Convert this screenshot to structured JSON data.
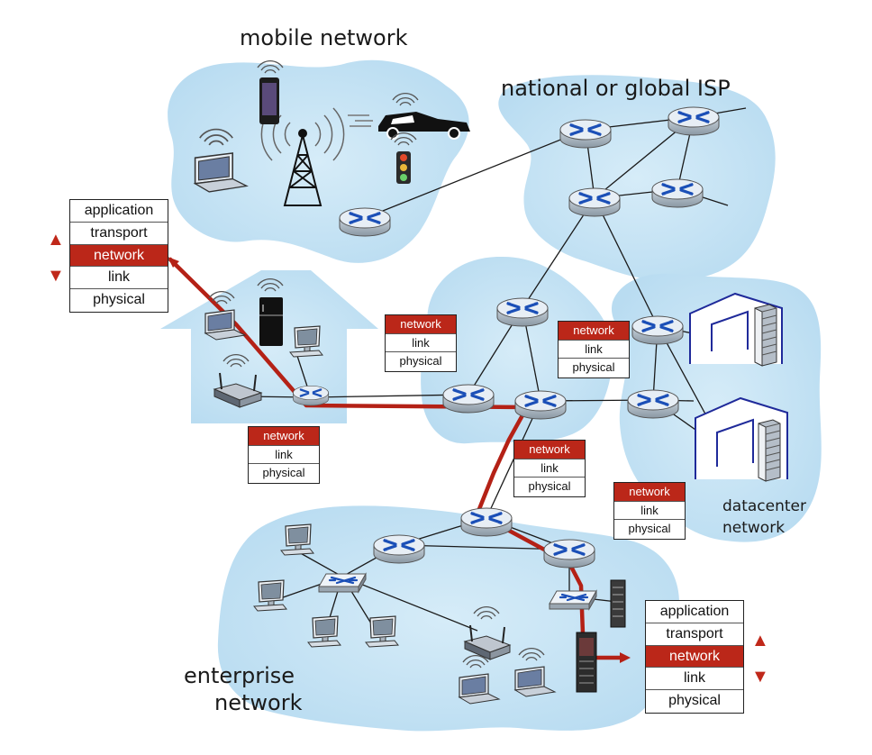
{
  "regions": {
    "mobile": "mobile network",
    "isp": "national or global ISP",
    "datacenter_line1": "datacenter",
    "datacenter_line2": "network",
    "enterprise_line1": "enterprise",
    "enterprise_line2": "network"
  },
  "host_stack": [
    "application",
    "transport",
    "network",
    "link",
    "physical"
  ],
  "router_stack": [
    "network",
    "link",
    "physical"
  ],
  "icons": {
    "router": "router-icon",
    "switch": "switch-icon",
    "laptop": "laptop-icon",
    "desktop": "desktop-computer-icon",
    "server": "server-icon",
    "phone": "smartphone-icon",
    "car": "car-icon",
    "tower": "cell-tower-icon",
    "traffic_light": "traffic-light-icon",
    "fridge": "refrigerator-icon",
    "wifi_ap": "wifi-access-point-icon",
    "up_arrow": "up-arrow-icon",
    "down_arrow": "down-arrow-icon"
  },
  "colors": {
    "cloud": "#c6e4f5",
    "path": "#b42116",
    "highlight": "#bb2719",
    "router_top": "#e4ecf3",
    "router_x": "#1b4fb7",
    "datacenter_outline": "#1f2a9a"
  }
}
